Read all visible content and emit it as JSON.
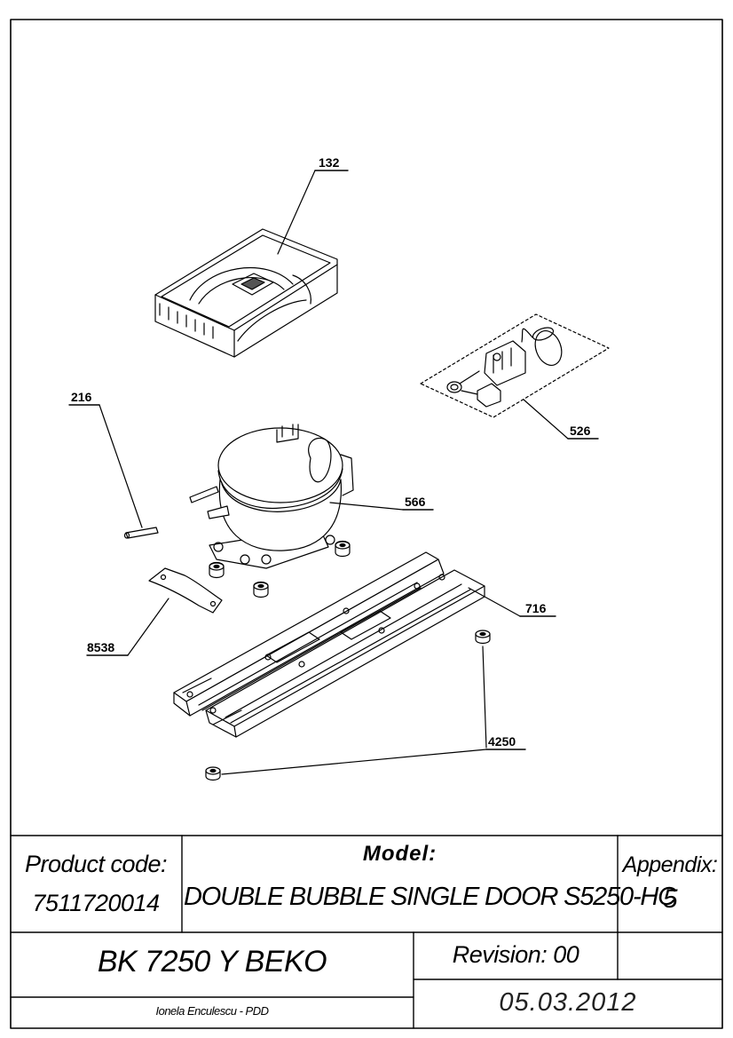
{
  "drawing": {
    "parts": [
      {
        "number": "132",
        "icon": "compressor-cover-icon"
      },
      {
        "number": "526",
        "icon": "electrical-kit-icon"
      },
      {
        "number": "216",
        "icon": "pin-icon"
      },
      {
        "number": "566",
        "icon": "compressor-icon"
      },
      {
        "number": "716",
        "icon": "mounting-rail-icon"
      },
      {
        "number": "8538",
        "icon": "plate-icon"
      },
      {
        "number": "4250",
        "icon": "grommet-icon"
      }
    ]
  },
  "title_block": {
    "product_code_label": "Product code:",
    "product_code_value": "7511720014",
    "model_label": "Model:",
    "model_value": "DOUBLE BUBBLE SINGLE DOOR S5250-HC",
    "appendix_label": "Appendix:",
    "appendix_value": "5",
    "product_name": "BK 7250 Y BEKO",
    "revision": "Revision: 00",
    "date": "05.03.2012",
    "author": "Ionela Enculescu - PDD"
  }
}
